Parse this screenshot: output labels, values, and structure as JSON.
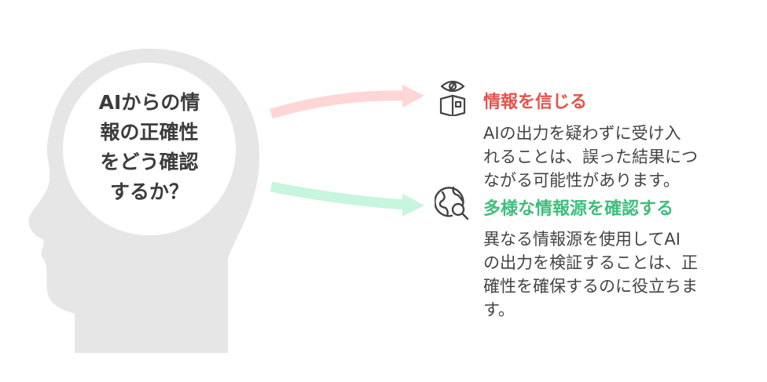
{
  "center_question": {
    "lines": [
      "AIからの情",
      "報の正確性",
      "をどう確認",
      "するか？"
    ]
  },
  "options": [
    {
      "icon": "eye-book-icon",
      "title": "情報を信じる",
      "color": "#e5534b",
      "arrow_color": "#ffd6d6",
      "body_lines": [
        "AIの出力を疑わずに受け入",
        "れることは、誤った結果につ",
        "ながる可能性があります。"
      ]
    },
    {
      "icon": "globe-search-icon",
      "title": "多様な情報源を確認する",
      "color": "#3dbf7b",
      "arrow_color": "#c8f5dd",
      "body_lines": [
        "異なる情報源を使用してAI",
        "の出力を検証することは、正",
        "確性を確保するのに役立ちま",
        "す。"
      ]
    }
  ]
}
